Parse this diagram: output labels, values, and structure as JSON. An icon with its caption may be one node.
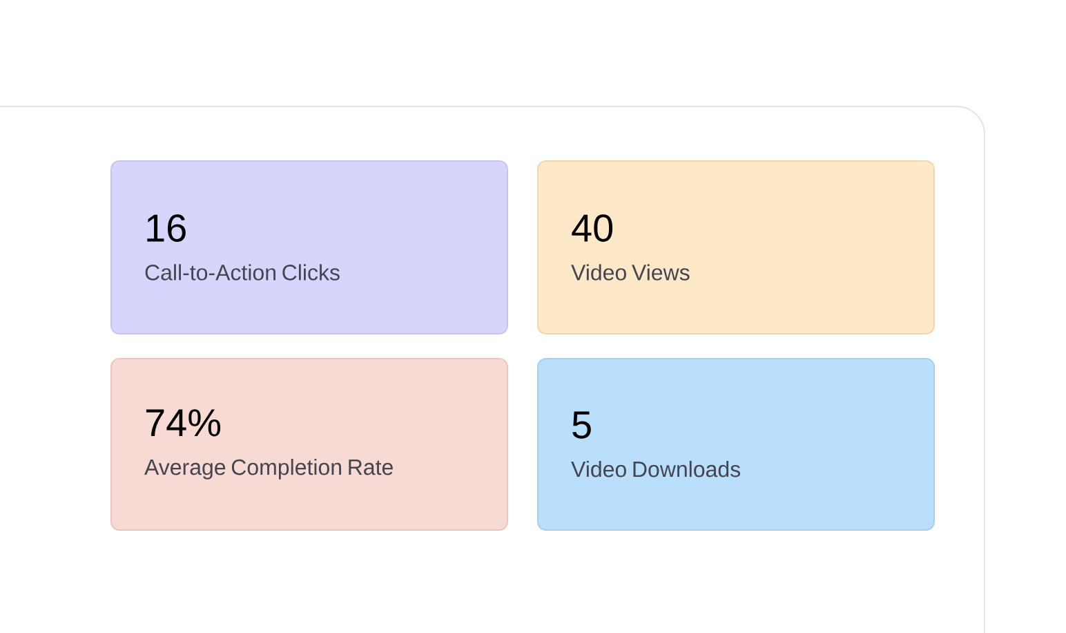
{
  "diagram": {
    "nodes": [
      {
        "text": [],
        "shape": "box"
      },
      {
        "text": [
          "16",
          "Call-to-Action Clicks"
        ],
        "in": 0
      },
      {
        "text": [
          "40",
          "Video Views"
        ],
        "in": 0
      },
      {
        "text": [
          "74%",
          "Average Completion Rate"
        ],
        "in": 0
      },
      {
        "text": [
          "5",
          "Video Downloads"
        ],
        "in": 0
      }
    ]
  }
}
